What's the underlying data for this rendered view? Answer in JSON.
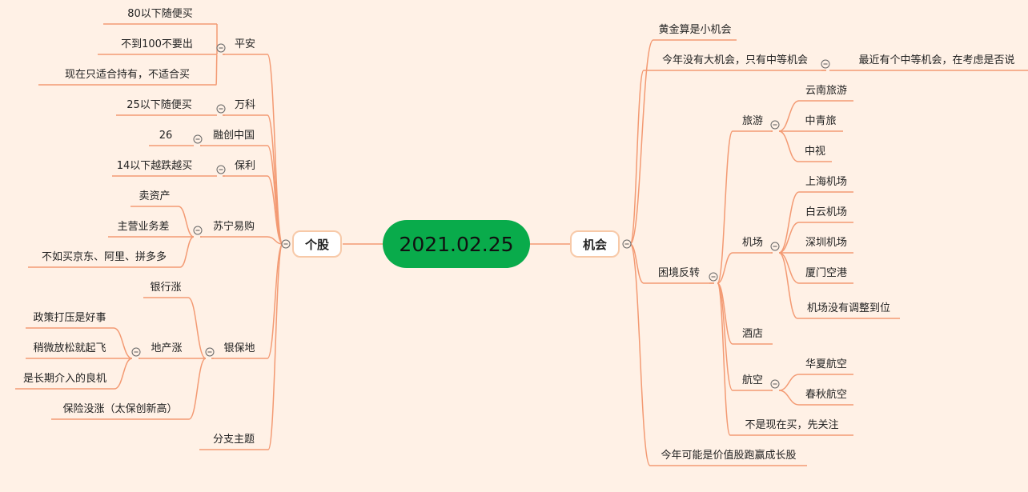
{
  "root": "2021.02.25",
  "left": {
    "label": "个股",
    "nodes": {
      "pingan": "平安",
      "pingan_c1": "80以下随便买",
      "pingan_c2": "不到100不要出",
      "pingan_c3": "现在只适合持有，不适合买",
      "vanke": "万科",
      "vanke_c1": "25以下随便买",
      "sunac": "融创中国",
      "sunac_c1": "26",
      "poly": "保利",
      "poly_c1": "14以下越跌越买",
      "suning": "苏宁易购",
      "suning_c1": "卖资产",
      "suning_c2": "主营业务差",
      "suning_c3": "不如买京东、阿里、拼多多",
      "ybd": "银保地",
      "ybd_c1": "银行涨",
      "ybd_c2": "地产涨",
      "ybd_c2_1": "政策打压是好事",
      "ybd_c2_2": "稍微放松就起飞",
      "ybd_c2_3": "是长期介入的良机",
      "ybd_c3": "保险没涨（太保创新高）",
      "branch": "分支主题"
    }
  },
  "right": {
    "label": "机会",
    "nodes": {
      "gold": "黄金算是小机会",
      "mid": "今年没有大机会，只有中等机会",
      "mid_c1": "最近有个中等机会，在考虑是否说",
      "turn": "困境反转",
      "tour": "旅游",
      "tour_c1": "云南旅游",
      "tour_c2": "中青旅",
      "tour_c3": "中视",
      "airport": "机场",
      "airport_c1": "上海机场",
      "airport_c2": "白云机场",
      "airport_c3": "深圳机场",
      "airport_c4": "厦门空港",
      "airport_c5": "机场没有调整到位",
      "hotel": "酒店",
      "air": "航空",
      "air_c1": "华夏航空",
      "air_c2": "春秋航空",
      "notnow": "不是现在买，先关注",
      "value": "今年可能是价值股跑赢成长股"
    }
  }
}
